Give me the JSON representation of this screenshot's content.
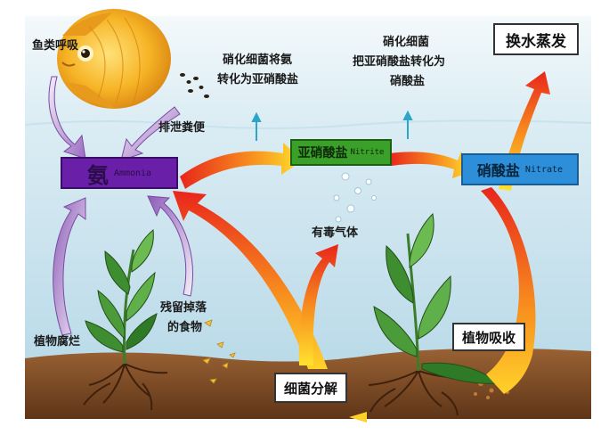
{
  "nodes": {
    "ammonia": {
      "cn": "氨",
      "en": "Ammonia"
    },
    "nitrite": {
      "cn": "亚硝酸盐",
      "en": "Nitrite"
    },
    "nitrate": {
      "cn": "硝酸盐",
      "en": "Nitrate"
    },
    "water_change": "换水蒸发",
    "plant_absorb": "植物吸收",
    "bacteria_decompose": "细菌分解"
  },
  "labels": {
    "fish_breathing": "鱼类呼吸",
    "excretion": "排泄粪便",
    "bacteria_ammonia_1": "硝化细菌将氨",
    "bacteria_ammonia_2": "转化为亚硝酸盐",
    "bacteria_nitrite_1": "硝化细菌",
    "bacteria_nitrite_2": "把亚硝酸盐转化为",
    "bacteria_nitrite_3": "硝酸盐",
    "toxic_gas": "有毒气体",
    "plant_decay": "植物腐烂",
    "leftover_food_1": "残留掉落",
    "leftover_food_2": "的食物"
  },
  "colors": {
    "water_top": "#e4f1f7",
    "water_bottom": "#b9dbe9",
    "soil": "#7a4a26",
    "ammonia_box": "#6a1fa8",
    "nitrite_box": "#3aa02a",
    "nitrate_box": "#2d8fd9",
    "arrow_red": "#e8261c",
    "arrow_yellow": "#ffe22e",
    "fish": "#f2a41e"
  }
}
